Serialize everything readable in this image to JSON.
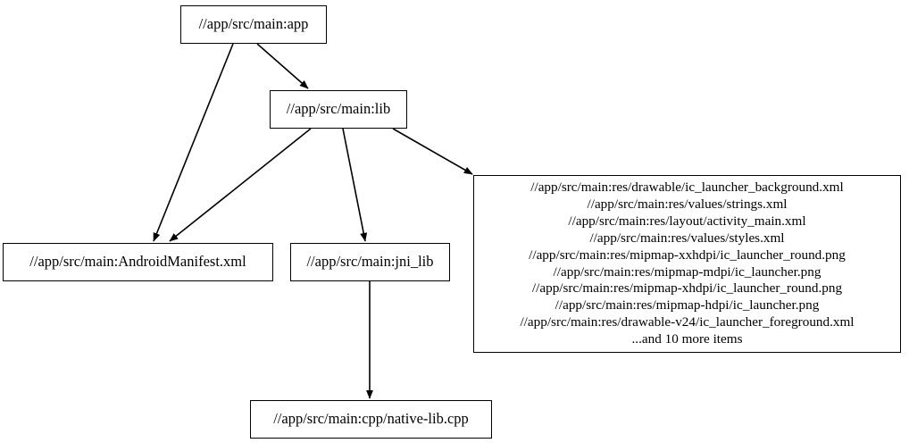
{
  "graph": {
    "type": "dependency-graph",
    "background_color": "#ffffff",
    "node_fill": "#ffffff",
    "node_border_color": "#000000",
    "edge_color": "#000000",
    "nodes": [
      {
        "id": "app",
        "label": "//app/src/main:app"
      },
      {
        "id": "lib",
        "label": "//app/src/main:lib"
      },
      {
        "id": "manifest",
        "label": "//app/src/main:AndroidManifest.xml"
      },
      {
        "id": "jni",
        "label": "//app/src/main:jni_lib"
      },
      {
        "id": "res",
        "label": "//app/src/main:res/drawable/ic_launcher_background.xml\n//app/src/main:res/values/strings.xml\n//app/src/main:res/layout/activity_main.xml\n//app/src/main:res/values/styles.xml\n//app/src/main:res/mipmap-xxhdpi/ic_launcher_round.png\n//app/src/main:res/mipmap-mdpi/ic_launcher.png\n//app/src/main:res/mipmap-xhdpi/ic_launcher_round.png\n//app/src/main:res/mipmap-hdpi/ic_launcher.png\n//app/src/main:res/drawable-v24/ic_launcher_foreground.xml\n...and 10 more items",
        "lines": [
          "//app/src/main:res/drawable/ic_launcher_background.xml",
          "//app/src/main:res/values/strings.xml",
          "//app/src/main:res/layout/activity_main.xml",
          "//app/src/main:res/values/styles.xml",
          "//app/src/main:res/mipmap-xxhdpi/ic_launcher_round.png",
          "//app/src/main:res/mipmap-mdpi/ic_launcher.png",
          "//app/src/main:res/mipmap-xhdpi/ic_launcher_round.png",
          "//app/src/main:res/mipmap-hdpi/ic_launcher.png",
          "//app/src/main:res/drawable-v24/ic_launcher_foreground.xml",
          "...and 10 more items"
        ]
      },
      {
        "id": "cpp",
        "label": "//app/src/main:cpp/native-lib.cpp"
      }
    ],
    "edges": [
      {
        "from": "app",
        "to": "lib"
      },
      {
        "from": "app",
        "to": "manifest"
      },
      {
        "from": "lib",
        "to": "manifest"
      },
      {
        "from": "lib",
        "to": "jni"
      },
      {
        "from": "lib",
        "to": "res"
      },
      {
        "from": "jni",
        "to": "cpp"
      }
    ]
  }
}
